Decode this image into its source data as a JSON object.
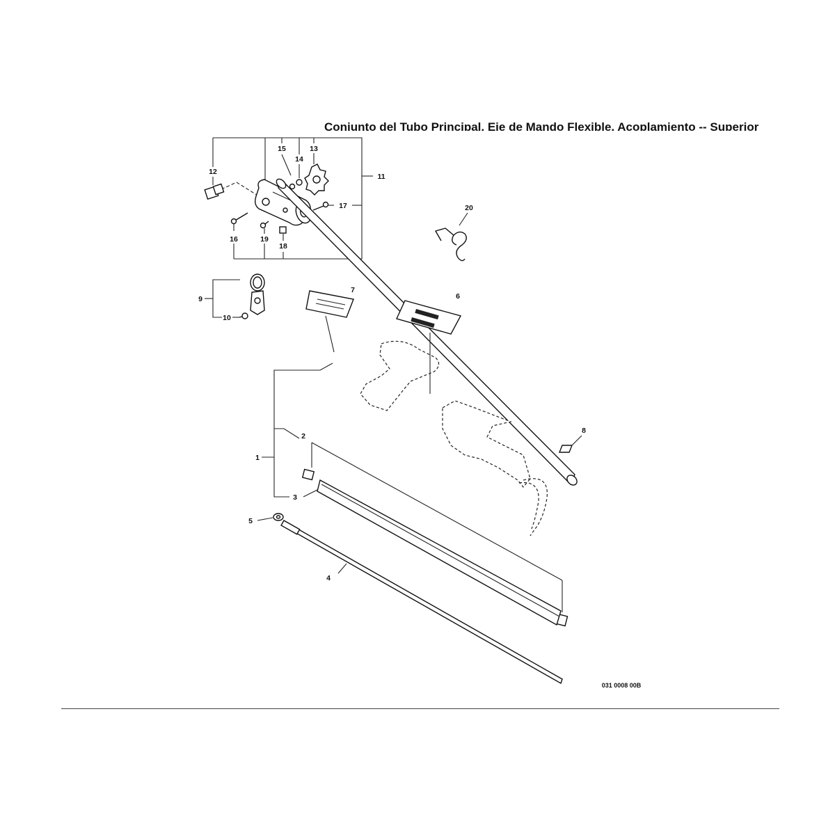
{
  "title": "Conjunto del Tubo Principal, Eje de Mando Flexible, Acoplamiento -- Superior",
  "drawing_code": "031 0008 00B",
  "callouts": [
    "1",
    "2",
    "3",
    "4",
    "5",
    "6",
    "7",
    "8",
    "9",
    "10",
    "11",
    "12",
    "13",
    "14",
    "15",
    "16",
    "17",
    "18",
    "19",
    "20"
  ]
}
